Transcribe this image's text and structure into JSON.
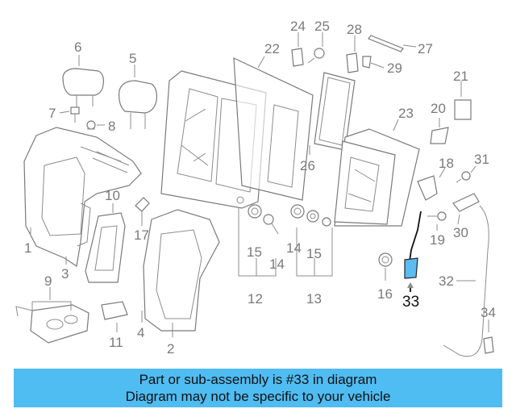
{
  "banner": {
    "line1": "Part or sub-assembly is #33 in diagram",
    "line2": "Diagram may not be specific to your vehicle",
    "background": "#4fbcf2"
  },
  "highlight": {
    "part_number": "33",
    "color": "#5bbcf0"
  },
  "callouts": [
    "1",
    "2",
    "3",
    "4",
    "5",
    "6",
    "7",
    "8",
    "9",
    "10",
    "11",
    "12",
    "13",
    "14",
    "15",
    "16",
    "17",
    "18",
    "19",
    "20",
    "21",
    "22",
    "23",
    "24",
    "25",
    "26",
    "27",
    "28",
    "29",
    "30",
    "31",
    "32",
    "33",
    "34"
  ],
  "callout_labels": {
    "c1": "1",
    "c2": "2",
    "c3": "3",
    "c4": "4",
    "c5": "5",
    "c6": "6",
    "c7": "7",
    "c8": "8",
    "c9": "9",
    "c10": "10",
    "c11": "11",
    "c12": "12",
    "c13": "13",
    "c14a": "14",
    "c14b": "14",
    "c15a": "15",
    "c15b": "15",
    "c16": "16",
    "c17": "17",
    "c18": "18",
    "c19": "19",
    "c20": "20",
    "c21": "21",
    "c22": "22",
    "c23": "23",
    "c24": "24",
    "c25": "25",
    "c26": "26",
    "c27": "27",
    "c28": "28",
    "c29": "29",
    "c30": "30",
    "c31": "31",
    "c32": "32",
    "c33": "33",
    "c34": "34"
  }
}
